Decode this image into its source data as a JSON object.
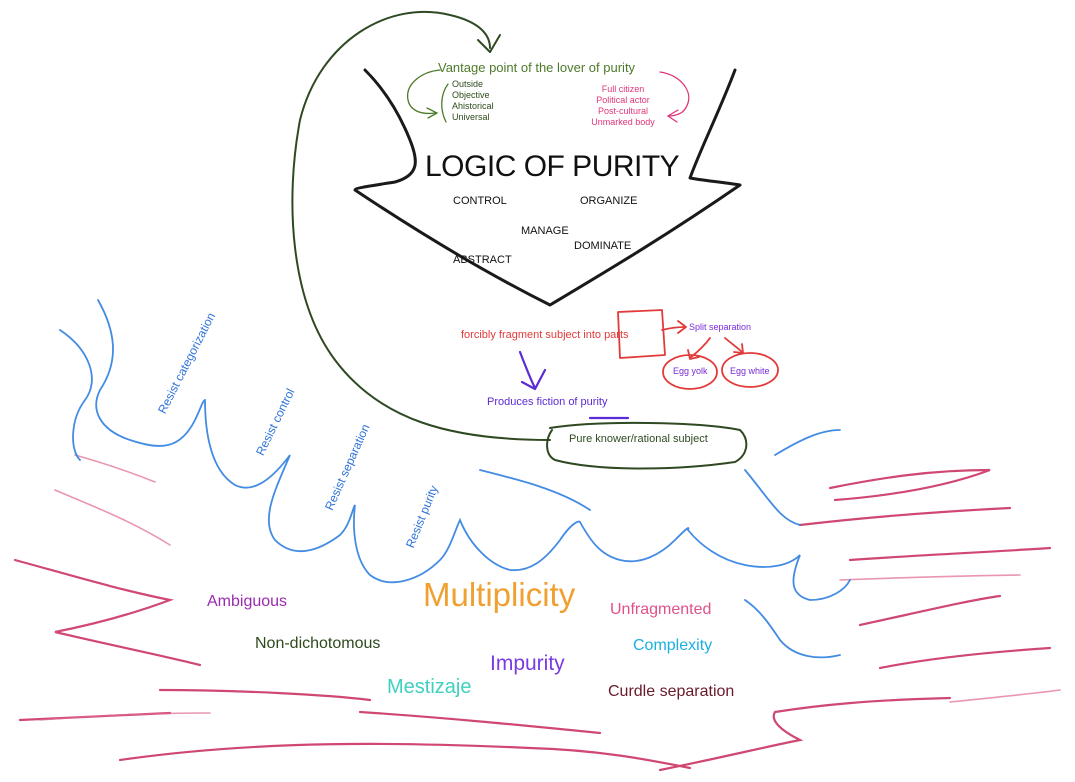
{
  "vantage": {
    "title": "Vantage point of the lover of purity",
    "left_list": [
      "Outside",
      "Objective",
      "Ahistorical",
      "Universal"
    ],
    "right_list": [
      "Full citizen",
      "Political actor",
      "Post-cultural",
      "Unmarked body"
    ]
  },
  "logic": {
    "title": "LOGIC OF PURITY",
    "words": {
      "control": "CONTROL",
      "organize": "ORGANIZE",
      "manage": "MANAGE",
      "dominate": "DOMINATE",
      "abstract": "ABSTRACT"
    }
  },
  "flow": {
    "fragment": "forcibly fragment subject into parts",
    "split": "Split separation",
    "egg_yolk": "Egg yolk",
    "egg_white": "Egg white",
    "fiction": "Produces fiction of purity",
    "pure_knower": "Pure knower/rational subject"
  },
  "resist": {
    "categorization": "Resist categorization",
    "control": "Resist control",
    "separation": "Resist separation",
    "purity": "Resist purity"
  },
  "terms": {
    "ambiguous": "Ambiguous",
    "multiplicity": "Multiplicity",
    "unfragmented": "Unfragmented",
    "non_dichotomous": "Non-dichotomous",
    "complexity": "Complexity",
    "impurity": "Impurity",
    "mestizaje": "Mestizaje",
    "curdle": "Curdle separation"
  },
  "colors": {
    "ink_black": "#1a1a1a",
    "dark_green": "#2f4a22",
    "green": "#4d7a2a",
    "pink": "#e0357a",
    "red": "#e23a3a",
    "purple": "#5a2bd6",
    "blue": "#2f7fe0",
    "crimson": "#c8285a",
    "orange": "#f0a030",
    "magenta_purple": "#9a2bb0",
    "olive": "#2e4a1e",
    "cyan": "#1ab0e0",
    "violet": "#7a3ce0",
    "teal": "#3fd0c0",
    "maroon": "#6a1a2a",
    "rose": "#e0508a"
  }
}
